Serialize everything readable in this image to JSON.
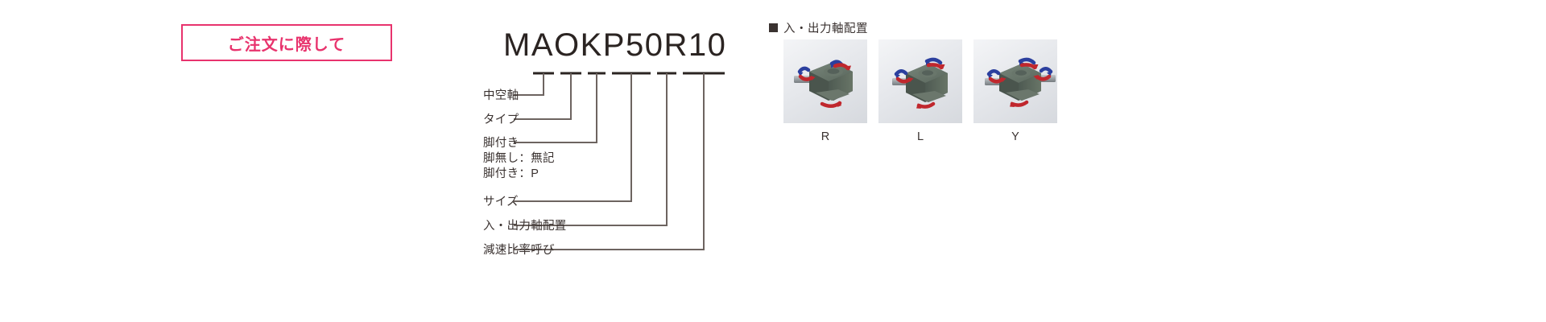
{
  "notice": {
    "label": "ご注文に際して",
    "border_color": "#e8336d",
    "text_color": "#e8336d"
  },
  "model_code": {
    "code": "MAOKP50R10",
    "labels": [
      {
        "text": "中空軸"
      },
      {
        "text": "タイプ"
      },
      {
        "text": "脚付き"
      },
      {
        "text": "脚無し：無記"
      },
      {
        "text": "脚付き：P"
      },
      {
        "text": "サイズ"
      },
      {
        "text": "入・出力軸配置"
      },
      {
        "text": "減速比率呼び"
      }
    ]
  },
  "shaft_section": {
    "heading": "入・出力軸配置",
    "bullet": "square-bullet-icon",
    "figures": [
      {
        "caption": "R",
        "icon": "gearbox-right-shaft-icon"
      },
      {
        "caption": "L",
        "icon": "gearbox-left-shaft-icon"
      },
      {
        "caption": "Y",
        "icon": "gearbox-both-shaft-icon"
      }
    ]
  },
  "colors": {
    "accent_pink": "#e8336d",
    "text": "#3a3230",
    "gearbox_body": "#5e6b60",
    "arrow_red": "#c0272d",
    "arrow_blue": "#2b3f9e",
    "shaft_gray": "#a8adb0"
  }
}
